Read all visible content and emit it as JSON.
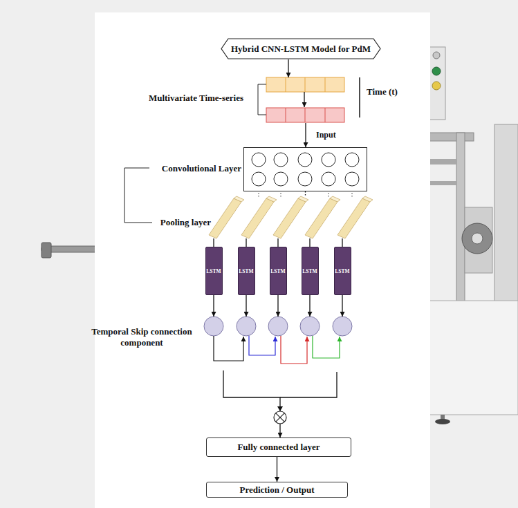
{
  "diagram": {
    "nodes": [
      {
        "text": [
          "Hybrid CNN-LSTM Model for PdM"
        ]
      },
      {
        "text": [
          "Multivariate Time-series"
        ]
      },
      {
        "text": [
          "Convolutional Layer"
        ]
      },
      {
        "text": [
          "Pooling layer"
        ]
      },
      {
        "text": [
          "LSTM"
        ]
      },
      {
        "text": [
          "LSTM"
        ]
      },
      {
        "text": [
          "LSTM"
        ]
      },
      {
        "text": [
          "LSTM"
        ]
      },
      {
        "text": [
          "LSTM"
        ]
      },
      {
        "text": [
          "Temporal Skip connection component"
        ]
      },
      {
        "text": [
          "Fully connected layer"
        ]
      },
      {
        "text": [
          "Prediction / Output"
        ]
      }
    ],
    "edges": [
      {
        "from": 0,
        "to": 1,
        "arrow": "to"
      },
      {
        "from": 1,
        "to": 2,
        "label": "Input",
        "arrow": "to"
      },
      {
        "from": 2,
        "to": 3,
        "arrow": "none"
      },
      {
        "from": 3,
        "to": 4,
        "arrow": "none"
      },
      {
        "from": 3,
        "to": 5,
        "arrow": "none"
      },
      {
        "from": 3,
        "to": 6,
        "arrow": "none"
      },
      {
        "from": 3,
        "to": 7,
        "arrow": "none"
      },
      {
        "from": 3,
        "to": 8,
        "arrow": "none"
      },
      {
        "from": 4,
        "to": 9,
        "arrow": "to"
      },
      {
        "from": 5,
        "to": 9,
        "arrow": "to"
      },
      {
        "from": 6,
        "to": 9,
        "arrow": "to"
      },
      {
        "from": 7,
        "to": 9,
        "arrow": "to"
      },
      {
        "from": 8,
        "to": 9,
        "arrow": "to"
      },
      {
        "from": 9,
        "to": 10,
        "arrow": "to"
      },
      {
        "from": 10,
        "to": 11,
        "arrow": "to"
      }
    ],
    "labels": [
      "Time (t)"
    ]
  }
}
